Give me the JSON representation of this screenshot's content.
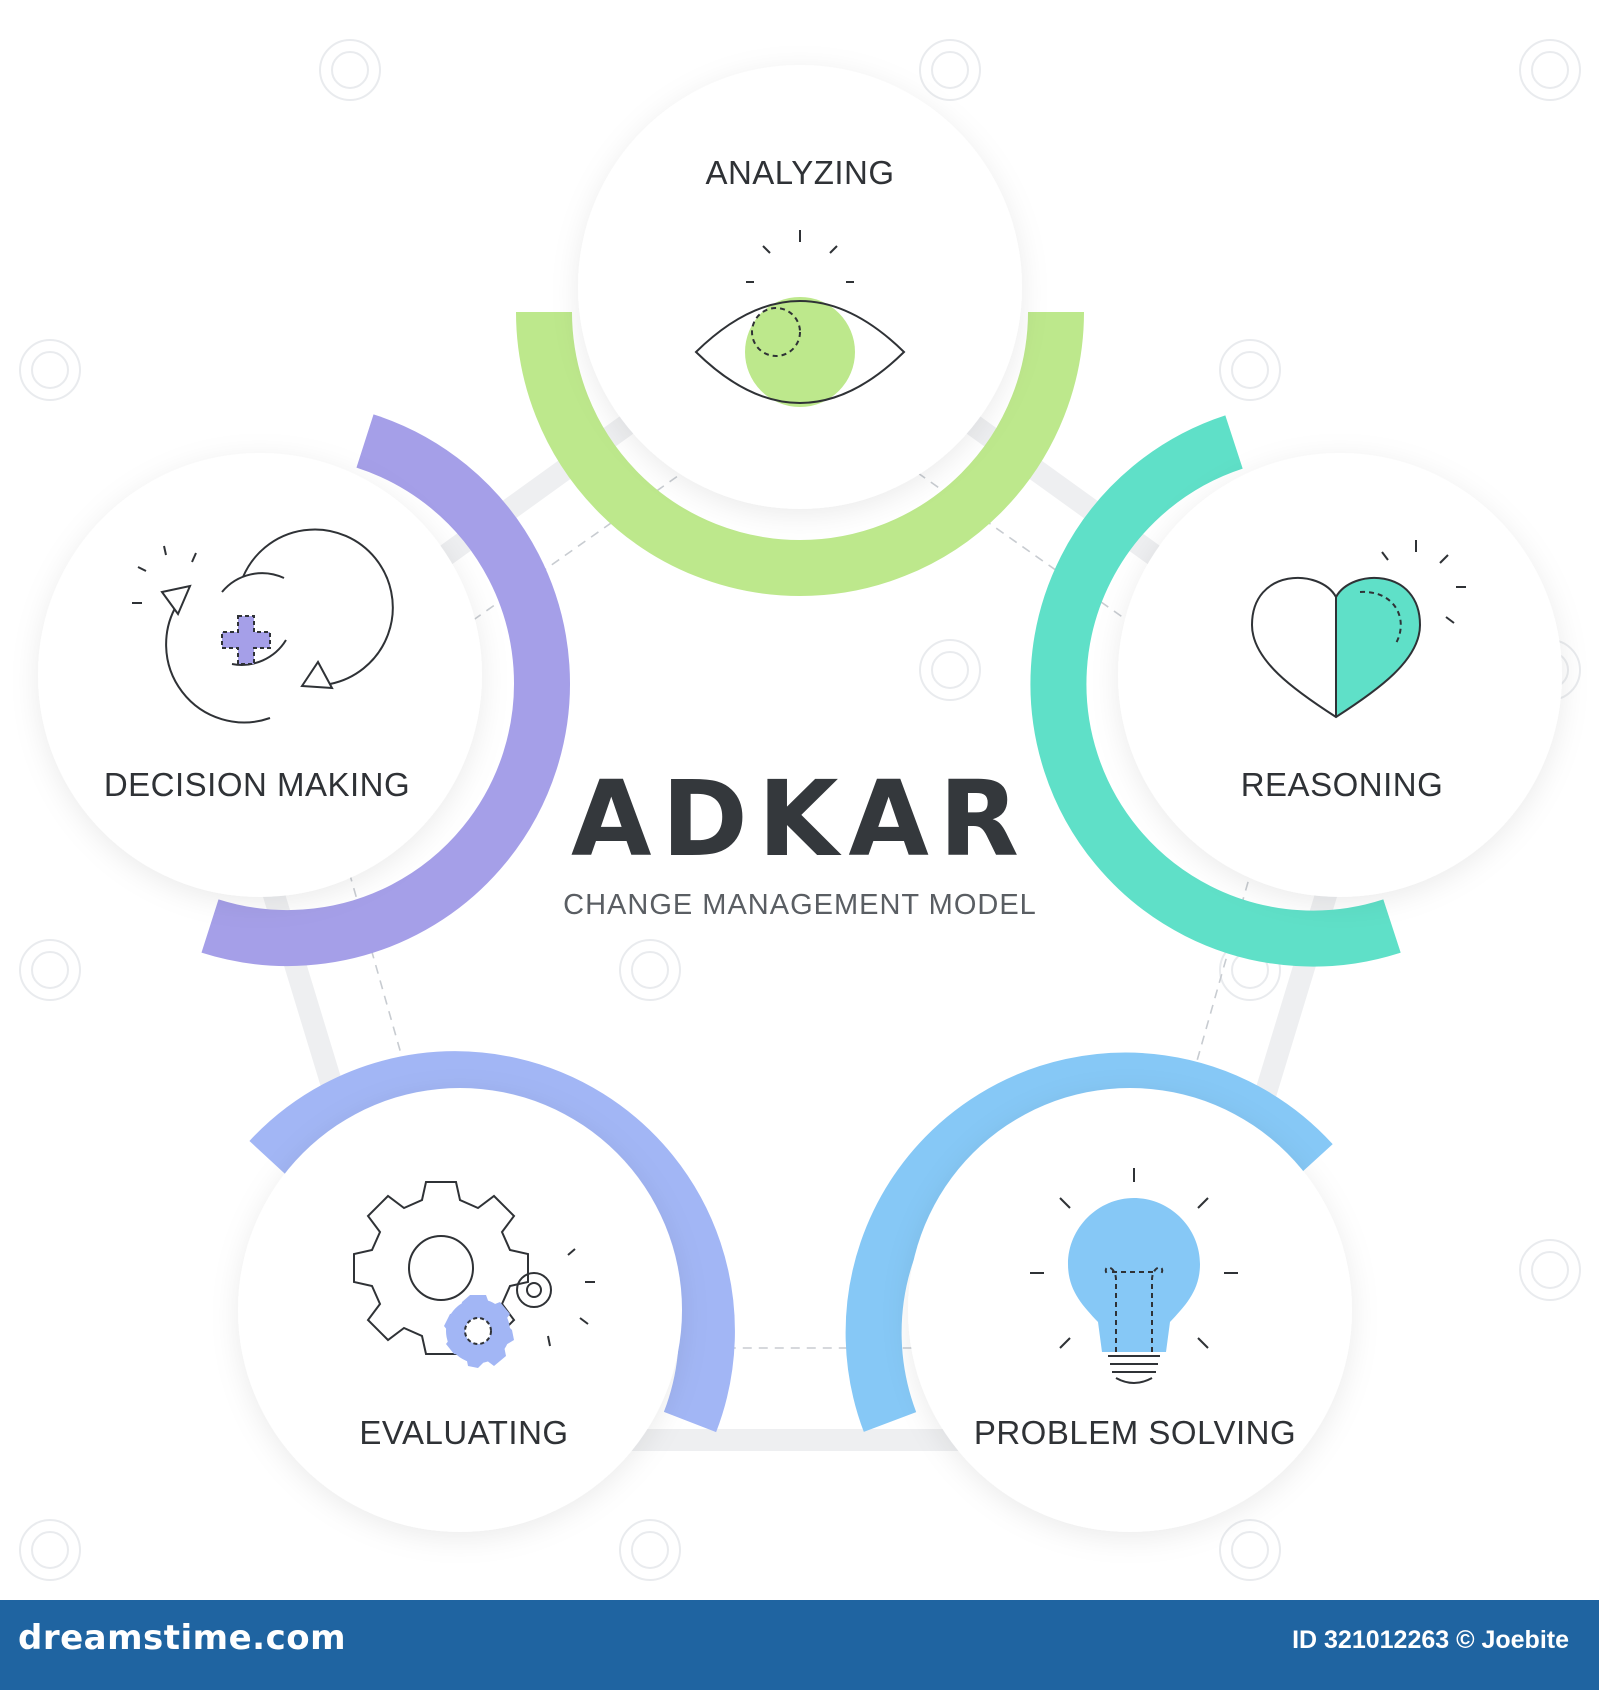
{
  "title": "ADKAR",
  "subtitle": "CHANGE MANAGEMENT MODEL",
  "stages": [
    {
      "label": "ANALYZING",
      "icon": "eye-icon",
      "color": "#bde88c"
    },
    {
      "label": "REASONING",
      "icon": "heart-icon",
      "color": "#5fe0c8"
    },
    {
      "label": "PROBLEM SOLVING",
      "icon": "lightbulb-icon",
      "color": "#86c8f6"
    },
    {
      "label": "EVALUATING",
      "icon": "gears-icon",
      "color": "#a2b6f5"
    },
    {
      "label": "DECISION MAKING",
      "icon": "cycle-plus-icon",
      "color": "#a59fe8"
    }
  ],
  "footer": {
    "site": "dreamstime.com",
    "id_text": "ID 321012263 © Joebite",
    "background": "#1f64a1"
  }
}
